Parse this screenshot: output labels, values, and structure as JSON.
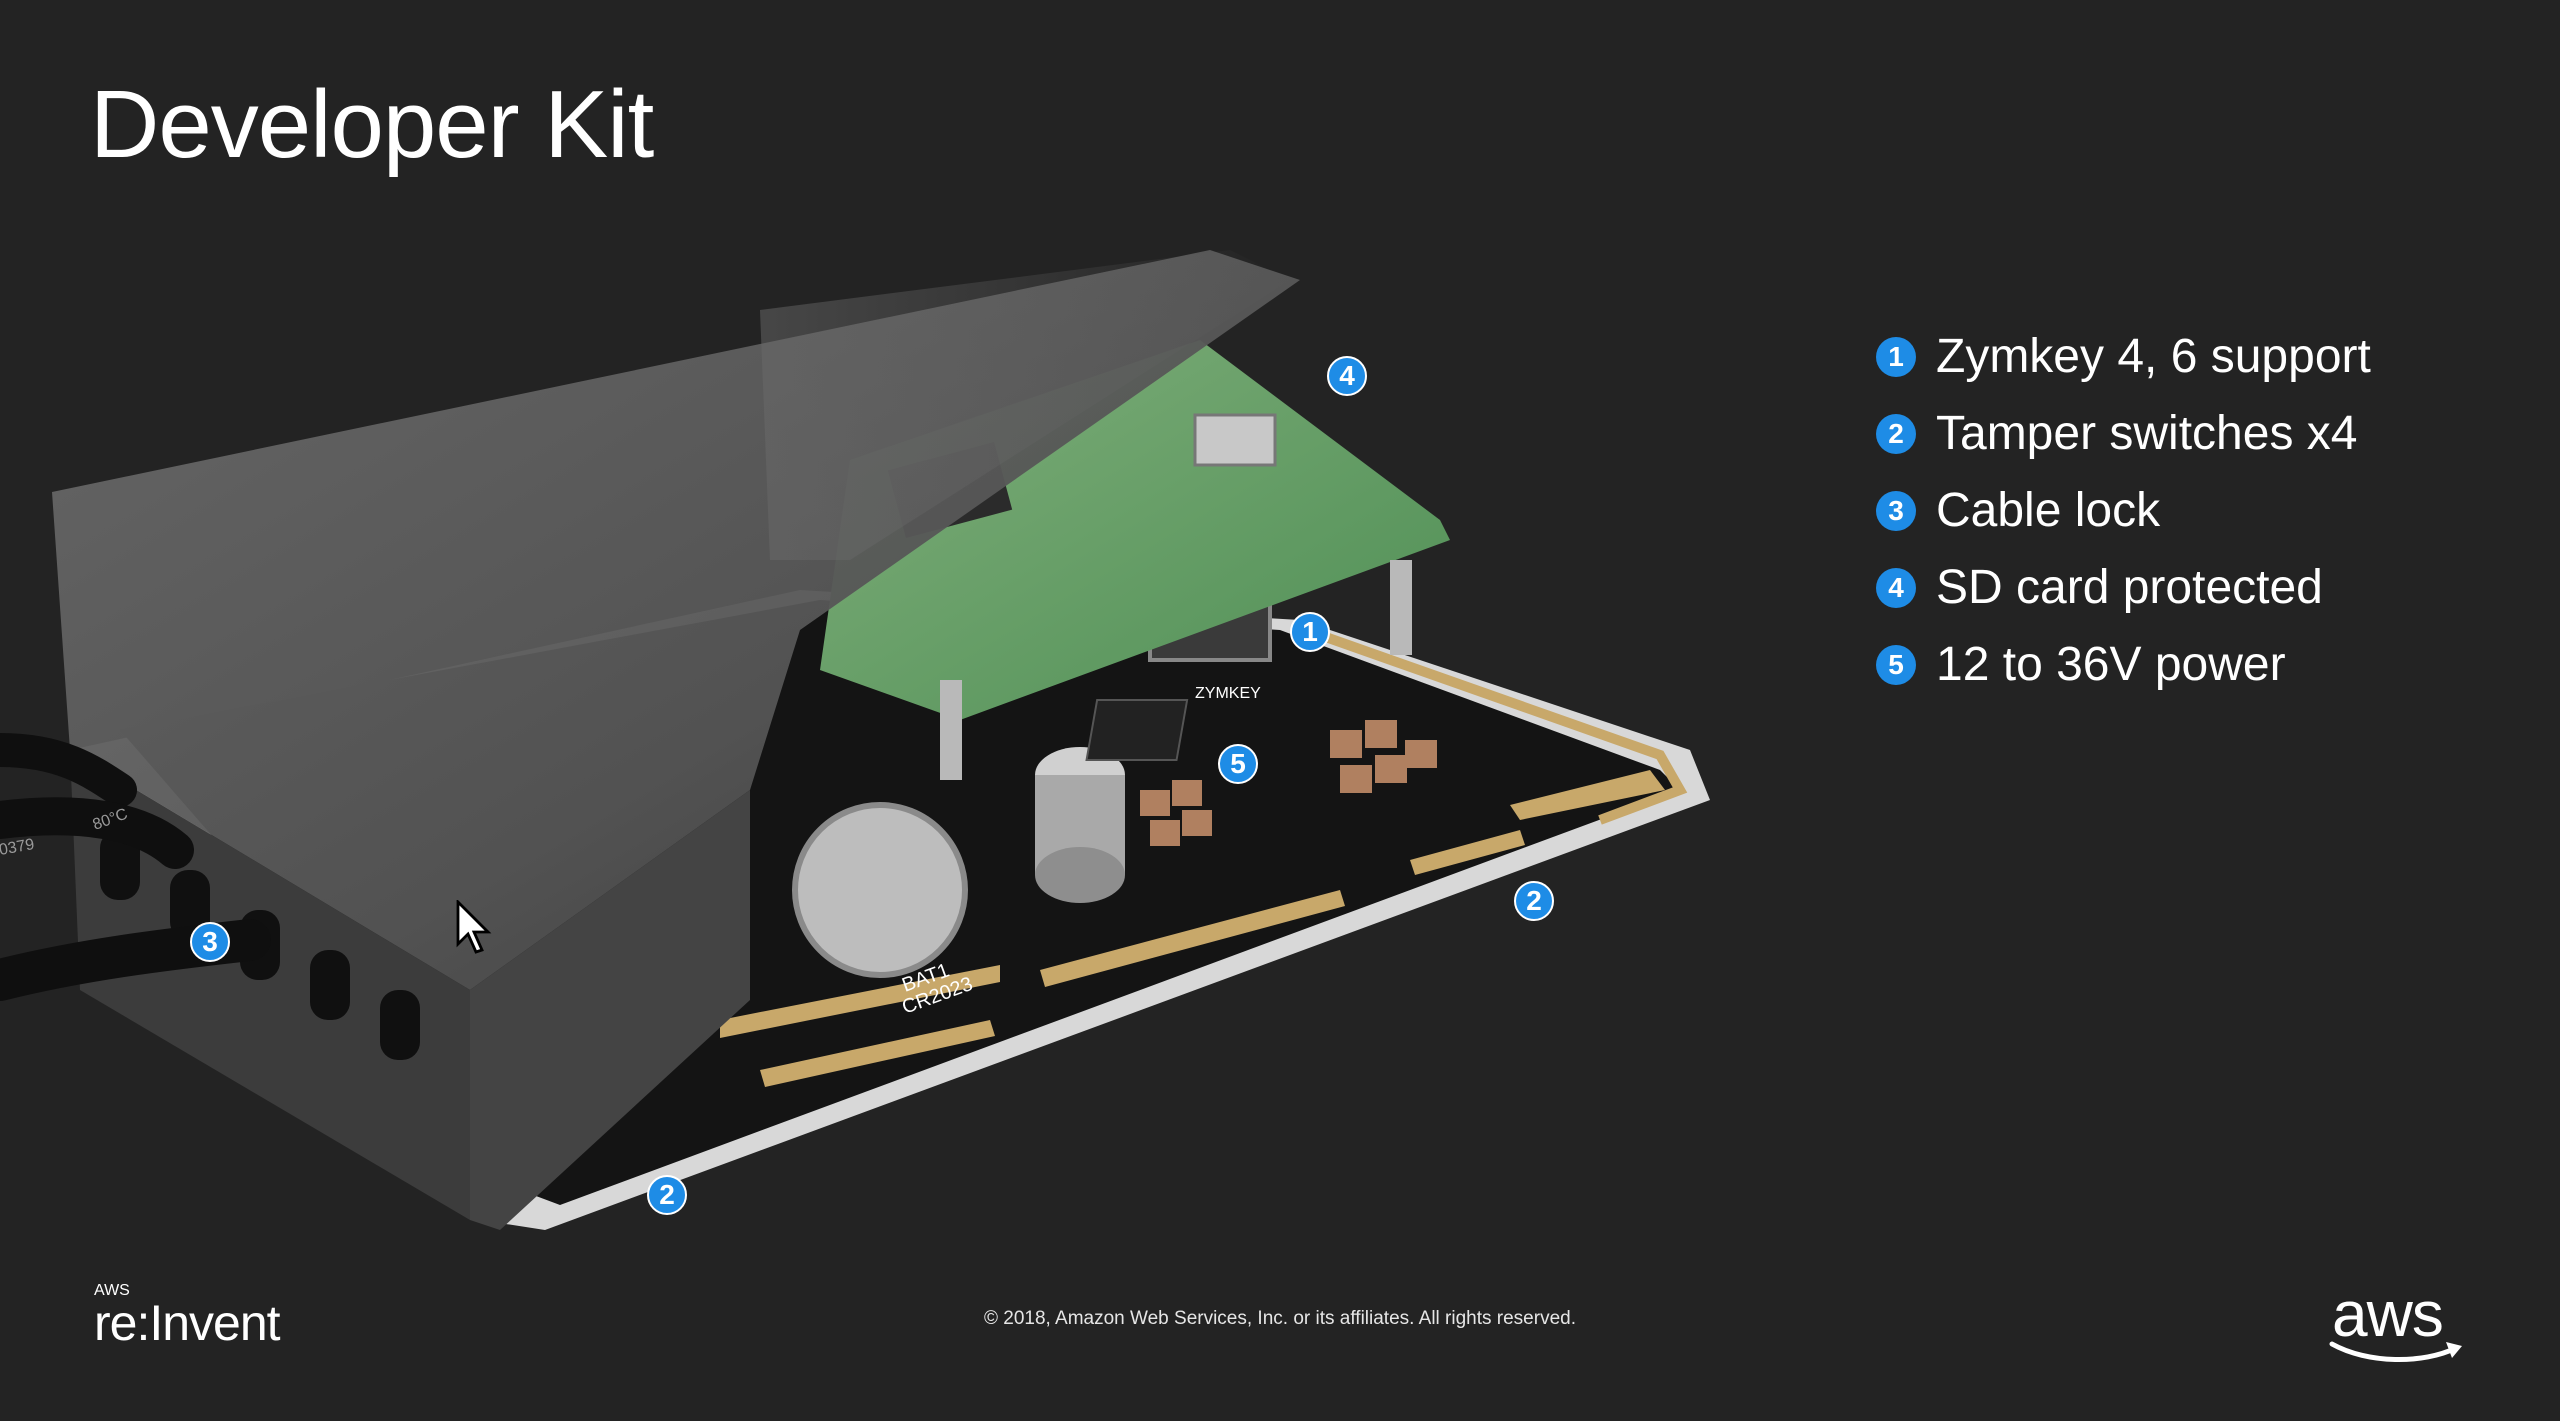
{
  "slide": {
    "title": "Developer Kit",
    "features": [
      {
        "number": "1",
        "text": "Zymkey 4, 6 support"
      },
      {
        "number": "2",
        "text": "Tamper switches x4"
      },
      {
        "number": "3",
        "text": "Cable lock"
      },
      {
        "number": "4",
        "text": "SD card protected"
      },
      {
        "number": "5",
        "text": "12 to 36V power"
      }
    ],
    "callouts": {
      "zymkey": "1",
      "tamper_right": "2",
      "tamper_bottom": "2",
      "cable_lock": "3",
      "sd_card": "4",
      "power": "5"
    },
    "board_labels": {
      "battery": "BAT1",
      "battery_model": "CR2023",
      "cable_print": "0379",
      "cable_temp": "80°C",
      "chip": "ZYMKEY"
    },
    "footer": {
      "copyright": "© 2018, Amazon Web Services, Inc. or its affiliates. All rights reserved.",
      "reinvent_small": "AWS",
      "reinvent_text": "re:Invent",
      "aws_logo": "aws"
    },
    "colors": {
      "background": "#232323",
      "accent": "#1e8ce6",
      "text": "#ffffff"
    }
  }
}
